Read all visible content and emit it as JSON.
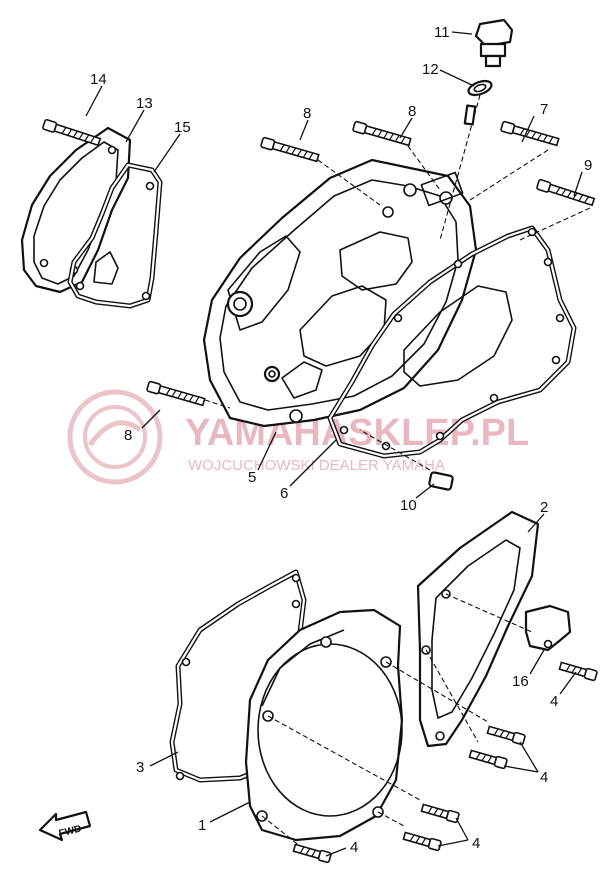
{
  "watermark": {
    "brand": "YAMAHASKLEP.PL",
    "subtitle": "WOJCUCHOWSKI DEALER YAMAHA"
  },
  "callouts": [
    {
      "id": "c1",
      "label": "1"
    },
    {
      "id": "c2",
      "label": "2"
    },
    {
      "id": "c3",
      "label": "3"
    },
    {
      "id": "c4a",
      "label": "4"
    },
    {
      "id": "c4b",
      "label": "4"
    },
    {
      "id": "c4c",
      "label": "4"
    },
    {
      "id": "c4d",
      "label": "4"
    },
    {
      "id": "c5",
      "label": "5"
    },
    {
      "id": "c6",
      "label": "6"
    },
    {
      "id": "c7",
      "label": "7"
    },
    {
      "id": "c8a",
      "label": "8"
    },
    {
      "id": "c8b",
      "label": "8"
    },
    {
      "id": "c8c",
      "label": "8"
    },
    {
      "id": "c9",
      "label": "9"
    },
    {
      "id": "c10",
      "label": "10"
    },
    {
      "id": "c11",
      "label": "11"
    },
    {
      "id": "c12",
      "label": "12"
    },
    {
      "id": "c13",
      "label": "13"
    },
    {
      "id": "c14",
      "label": "14"
    },
    {
      "id": "c15",
      "label": "15"
    },
    {
      "id": "c16",
      "label": "16"
    }
  ],
  "direction_marker": "FWD"
}
